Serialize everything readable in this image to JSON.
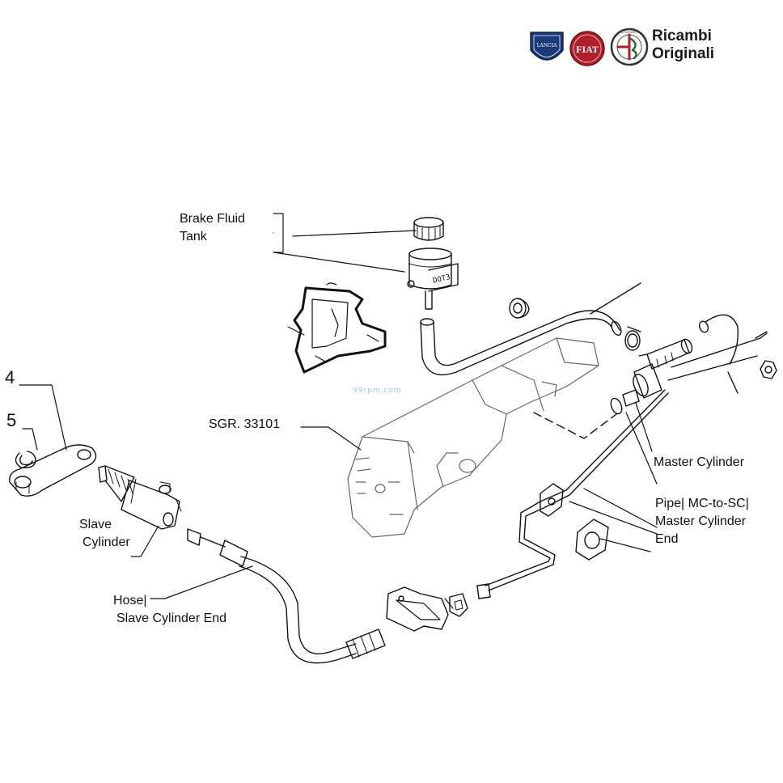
{
  "branding": {
    "logos": [
      {
        "name": "lancia-logo",
        "text": "LANCIA",
        "color": "#1b3a7a"
      },
      {
        "name": "fiat-logo",
        "text": "FIAT",
        "color": "#b01e2a"
      },
      {
        "name": "alfa-romeo-logo",
        "text": "ALFA ROMEO",
        "color": "#7a1a1a"
      }
    ],
    "line1": "Ricambi",
    "line2": "Originali"
  },
  "watermark": "99rpm.com",
  "labels": {
    "brake_fluid_tank_1": "Brake Fluid",
    "brake_fluid_tank_2": "Tank",
    "sgr": "SGR. 33101",
    "master_cylinder": "Master Cylinder",
    "pipe_1": "Pipe| MC-to-SC|",
    "pipe_2": "Master Cylinder",
    "pipe_3": "End",
    "slave_1": "Slave",
    "slave_2": "Cylinder",
    "hose_1": "Hose|",
    "hose_2": "Slave Cylinder End",
    "num_4": "4",
    "num_5": "5"
  },
  "reservoir_marking": "DOT3",
  "colors": {
    "line": "#111111",
    "brand": "#1a1a1a"
  }
}
